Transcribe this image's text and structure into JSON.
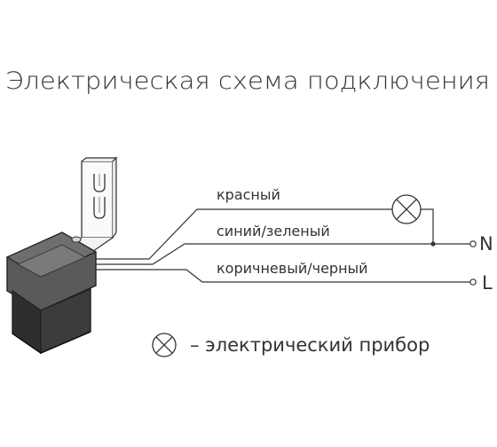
{
  "title": "Электрическая схема подключения",
  "wires": {
    "red": "красный",
    "blue_green": "синий/зеленый",
    "brown_black": "коричневый/черный"
  },
  "terminals": {
    "neutral": "N",
    "line": "L"
  },
  "legend": {
    "text": "– электрический прибор",
    "icon": "lamp-symbol-icon"
  },
  "colors": {
    "ink": "#333333",
    "device_body": "#3a3a3a",
    "device_top": "#555555"
  }
}
